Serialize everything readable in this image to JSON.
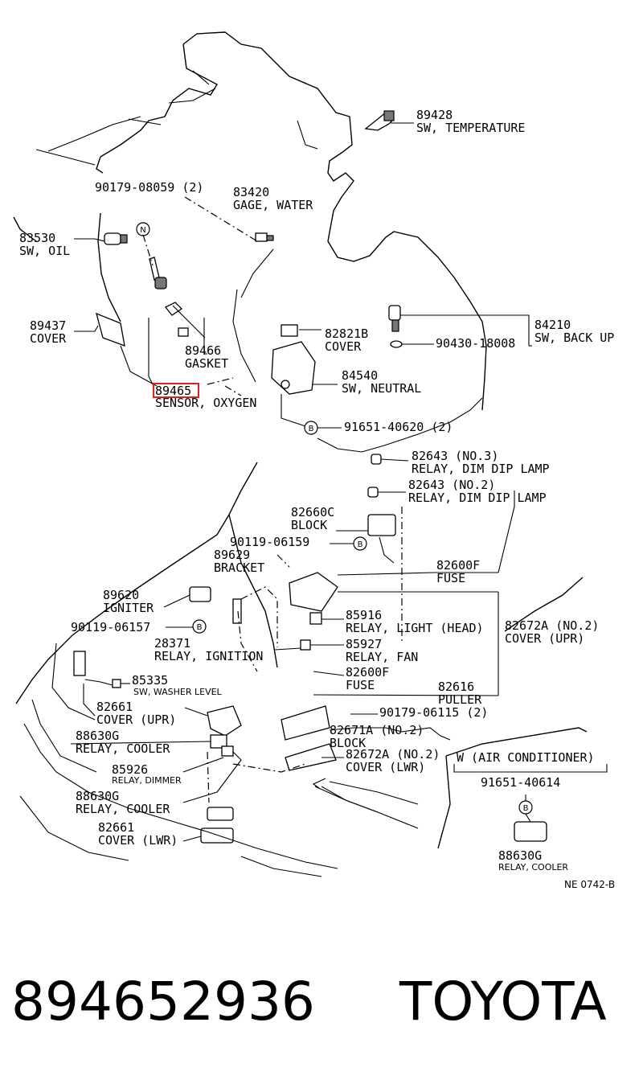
{
  "diagram": {
    "ref_code": "NE 0742-B",
    "aircon_section_title": "W (AIR CONDITIONER)",
    "highlighted_part_number": "89465",
    "parts": [
      {
        "id": "p89428",
        "number": "89428",
        "name": "SW, TEMPERATURE"
      },
      {
        "id": "p9017908059",
        "number": "90179-08059 (2)",
        "name": ""
      },
      {
        "id": "p83420",
        "number": "83420",
        "name": "GAGE, WATER"
      },
      {
        "id": "p83530",
        "number": "83530",
        "name": "SW, OIL"
      },
      {
        "id": "p89437",
        "number": "89437",
        "name": "COVER"
      },
      {
        "id": "p89466",
        "number": "89466",
        "name": "GASKET"
      },
      {
        "id": "p89465",
        "number": "89465",
        "name": "SENSOR, OXYGEN"
      },
      {
        "id": "p82821b",
        "number": "82821B",
        "name": "COVER"
      },
      {
        "id": "p84210",
        "number": "84210",
        "name": "SW, BACK UP"
      },
      {
        "id": "p9043018008",
        "number": "90430-18008",
        "name": ""
      },
      {
        "id": "p84540",
        "number": "84540",
        "name": "SW, NEUTRAL"
      },
      {
        "id": "p9165140620",
        "number": "91651-40620 (2)",
        "name": ""
      },
      {
        "id": "p82643no3",
        "number": "82643 (NO.3)",
        "name": "RELAY, DIM DIP LAMP"
      },
      {
        "id": "p82643no2",
        "number": "82643 (NO.2)",
        "name": "RELAY, DIM DIP LAMP"
      },
      {
        "id": "p82660c",
        "number": "82660C",
        "name": "BLOCK"
      },
      {
        "id": "p9011906159a",
        "number": "90119-06159",
        "name": ""
      },
      {
        "id": "p89629",
        "number": "89629",
        "name": "BRACKET"
      },
      {
        "id": "p82600f1",
        "number": "82600F",
        "name": "FUSE"
      },
      {
        "id": "p89620",
        "number": "89620",
        "name": "IGNITER"
      },
      {
        "id": "p85916",
        "number": "85916",
        "name": "RELAY, LIGHT (HEAD)"
      },
      {
        "id": "p9011906157",
        "number": "90119-06157",
        "name": ""
      },
      {
        "id": "p82672ano2upr",
        "number": "82672A (NO.2)",
        "name": "COVER (UPR)"
      },
      {
        "id": "p28371",
        "number": "28371",
        "name": "RELAY, IGNITION"
      },
      {
        "id": "p85927",
        "number": "85927",
        "name": "RELAY, FAN"
      },
      {
        "id": "p82600f2",
        "number": "82600F",
        "name": "FUSE"
      },
      {
        "id": "p85335",
        "number": "85335",
        "name": "SW, WASHER LEVEL"
      },
      {
        "id": "p82616",
        "number": "82616",
        "name": "PULLER"
      },
      {
        "id": "p82661upr",
        "number": "82661",
        "name": "COVER (UPR)"
      },
      {
        "id": "p9017906115",
        "number": "90179-06115 (2)",
        "name": ""
      },
      {
        "id": "p88630g1",
        "number": "88630G",
        "name": "RELAY, COOLER"
      },
      {
        "id": "p82671a",
        "number": "82671A (NO.2)",
        "name": "BLOCK"
      },
      {
        "id": "p82672ano2lwr",
        "number": "82672A (NO.2)",
        "name": "COVER (LWR)"
      },
      {
        "id": "p85926",
        "number": "85926",
        "name": "RELAY, DIMMER"
      },
      {
        "id": "p9165140614",
        "number": "91651-40614",
        "name": ""
      },
      {
        "id": "p88630g2",
        "number": "88630G",
        "name": "RELAY, COOLER"
      },
      {
        "id": "p82661lwr",
        "number": "82661",
        "name": "COVER (LWR)"
      },
      {
        "id": "p88630g3",
        "number": "88630G",
        "name": "RELAY, COOLER"
      }
    ],
    "fastener_symbols": {
      "n": "N",
      "b": "B"
    }
  },
  "footer": {
    "part_number": "894652936",
    "brand": "TOYOTA"
  }
}
